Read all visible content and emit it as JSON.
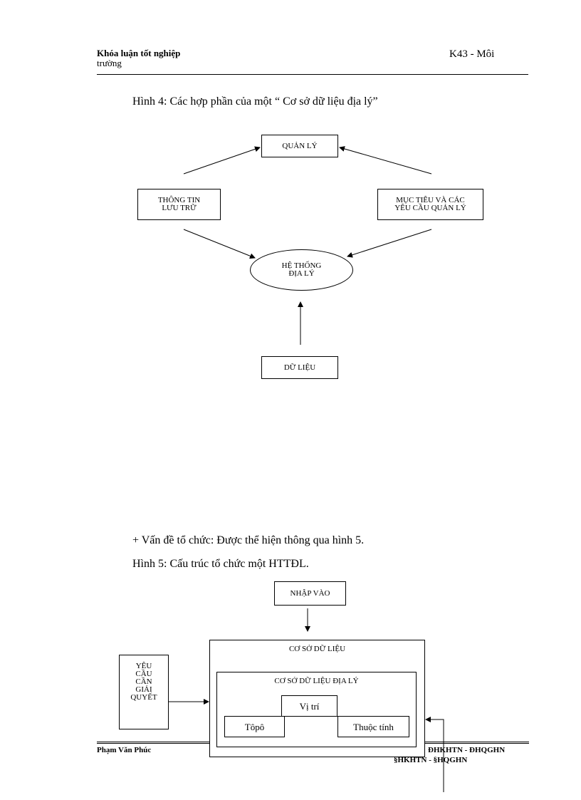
{
  "header": {
    "left_line1": "Khóa luận tốt nghiệp",
    "left_line2": "trường",
    "right": "K43 - Môi"
  },
  "figure4": {
    "caption": "Hình 4: Các hợp phần của một “ Cơ sở dữ liệu địa lý”",
    "manage": "QUẢN LÝ",
    "info": "THÔNG TIN\nLƯU TRỮ",
    "goals": "MỤC TIÊU VÀ CÁC\nYÊU CẦU QUẢN LÝ",
    "system": "HỆ THỐNG\nĐỊA LÝ",
    "data": "DỮ LIỆU"
  },
  "body": {
    "organization_line": "+ Vấn đề tổ chức: Được thể hiện thông qua hình 5."
  },
  "figure5": {
    "caption": "Hình 5: Cấu trúc tổ chức một HTTĐL.",
    "input": "NHẬP VÀO",
    "database": "CƠ SỞ DỮ LIỆU",
    "geo_database": "CƠ SỞ DỮ LIỆU ĐỊA LÝ",
    "location": "Vị trí",
    "topology": "Tôpô",
    "attribute": "Thuộc tính",
    "requirement": "YÊU\nCẦU\nCẦN\nGIẢI\nQUYẾT"
  },
  "footer": {
    "author": "Phạm Văn Phúc",
    "inst1": "ĐHKHTN  - ĐHQGHN",
    "inst2": "§HKHTN  - §HQGHN"
  }
}
